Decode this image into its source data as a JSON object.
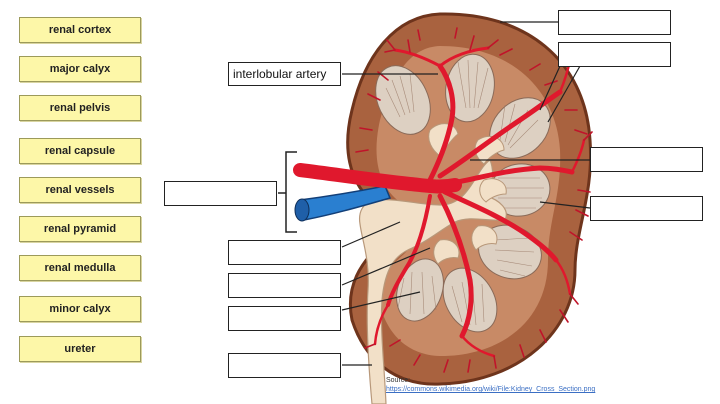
{
  "word_bank": [
    {
      "label": "renal cortex"
    },
    {
      "label": "major calyx"
    },
    {
      "label": "renal pelvis"
    },
    {
      "label": "renal capsule"
    },
    {
      "label": "renal vessels"
    },
    {
      "label": "renal pyramid"
    },
    {
      "label": "renal medulla"
    },
    {
      "label": "minor calyx"
    },
    {
      "label": "ureter"
    }
  ],
  "filled_label": "interlobular artery",
  "source": {
    "label": "Source:",
    "url": "https://commons.wikimedia.org/wiki/File:Kidney_Cross_Section.png"
  },
  "colors": {
    "cortex": "#a9623f",
    "capsule": "#7a3a20",
    "medulla": "#e9dccd",
    "artery": "#e0182d",
    "vein": "#2a7fd0",
    "pelvis": "#f2e0c8",
    "chip": "#fdf7a8"
  }
}
